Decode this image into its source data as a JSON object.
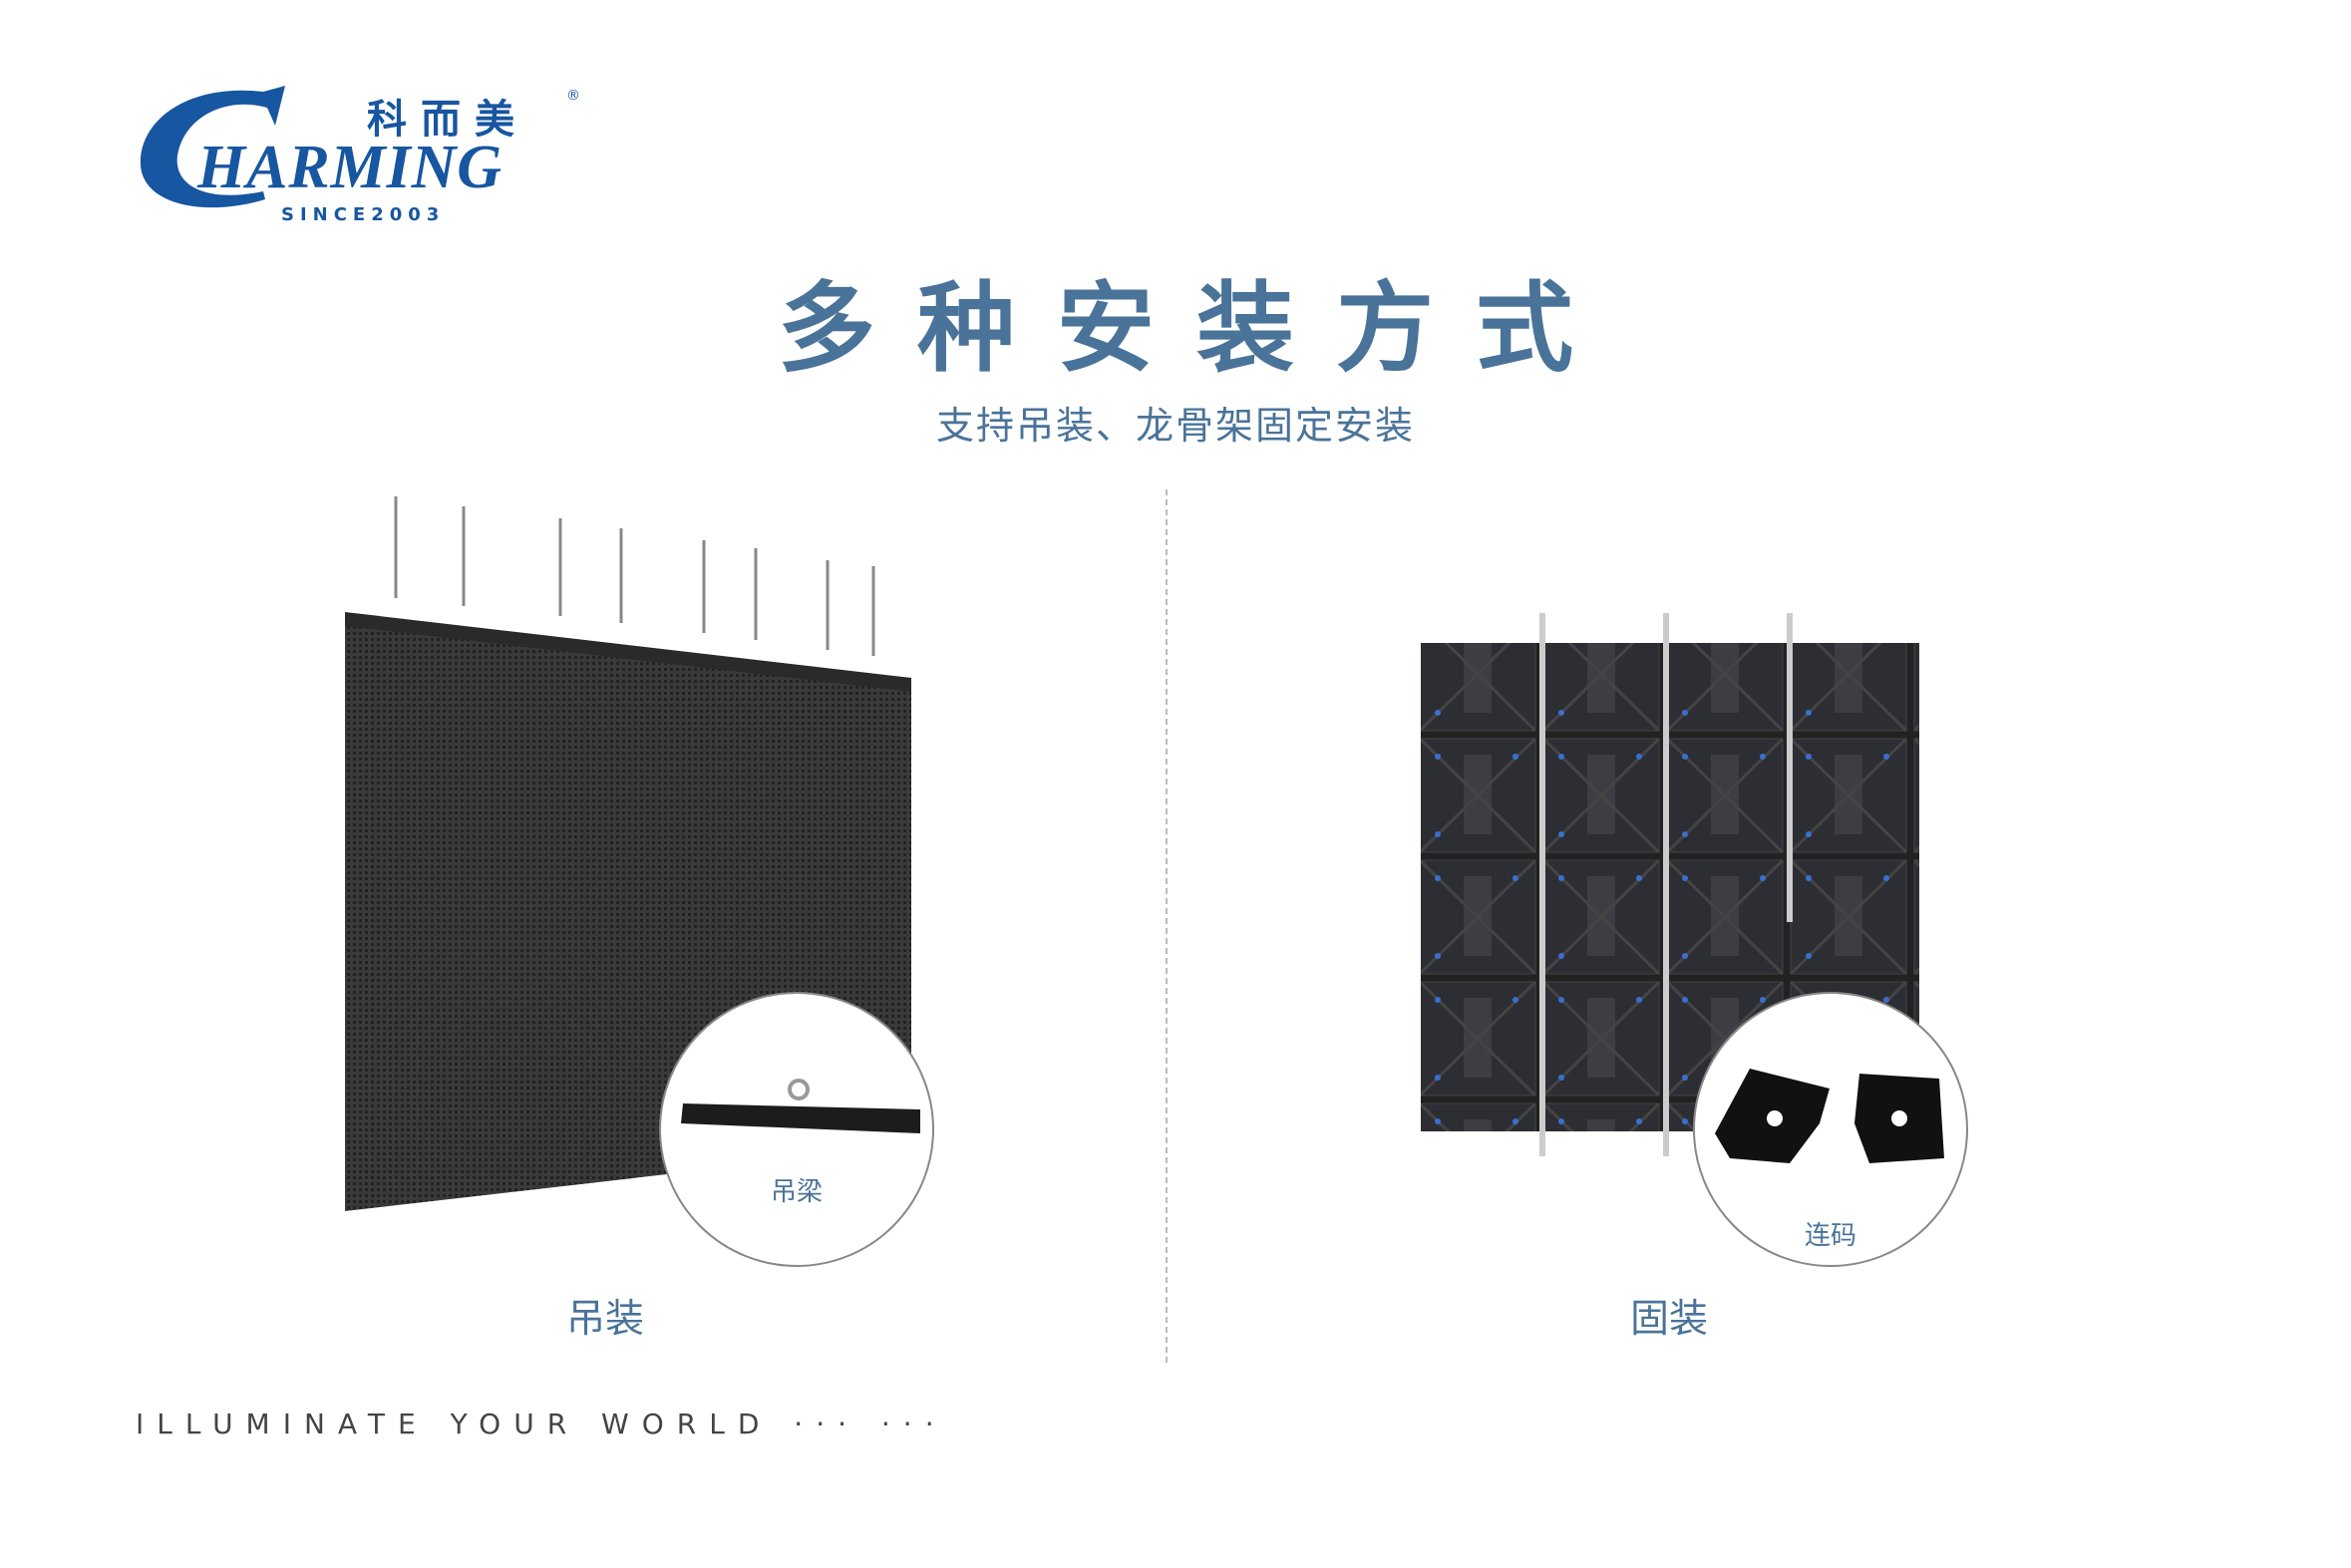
{
  "logo": {
    "cn": "科而美",
    "en": "CHARMING",
    "since": "SINCE 2003",
    "registered": "®",
    "color": "#1756a0"
  },
  "title": "多种安装方式",
  "subtitle": "支持吊装、龙骨架固定安装",
  "left": {
    "label": "吊装",
    "detail_label": "吊梁"
  },
  "right": {
    "label": "固装",
    "detail_label": "连码"
  },
  "tagline": "ILLUMINATE YOUR WORLD  ··· ···",
  "accent": "#4a7399"
}
